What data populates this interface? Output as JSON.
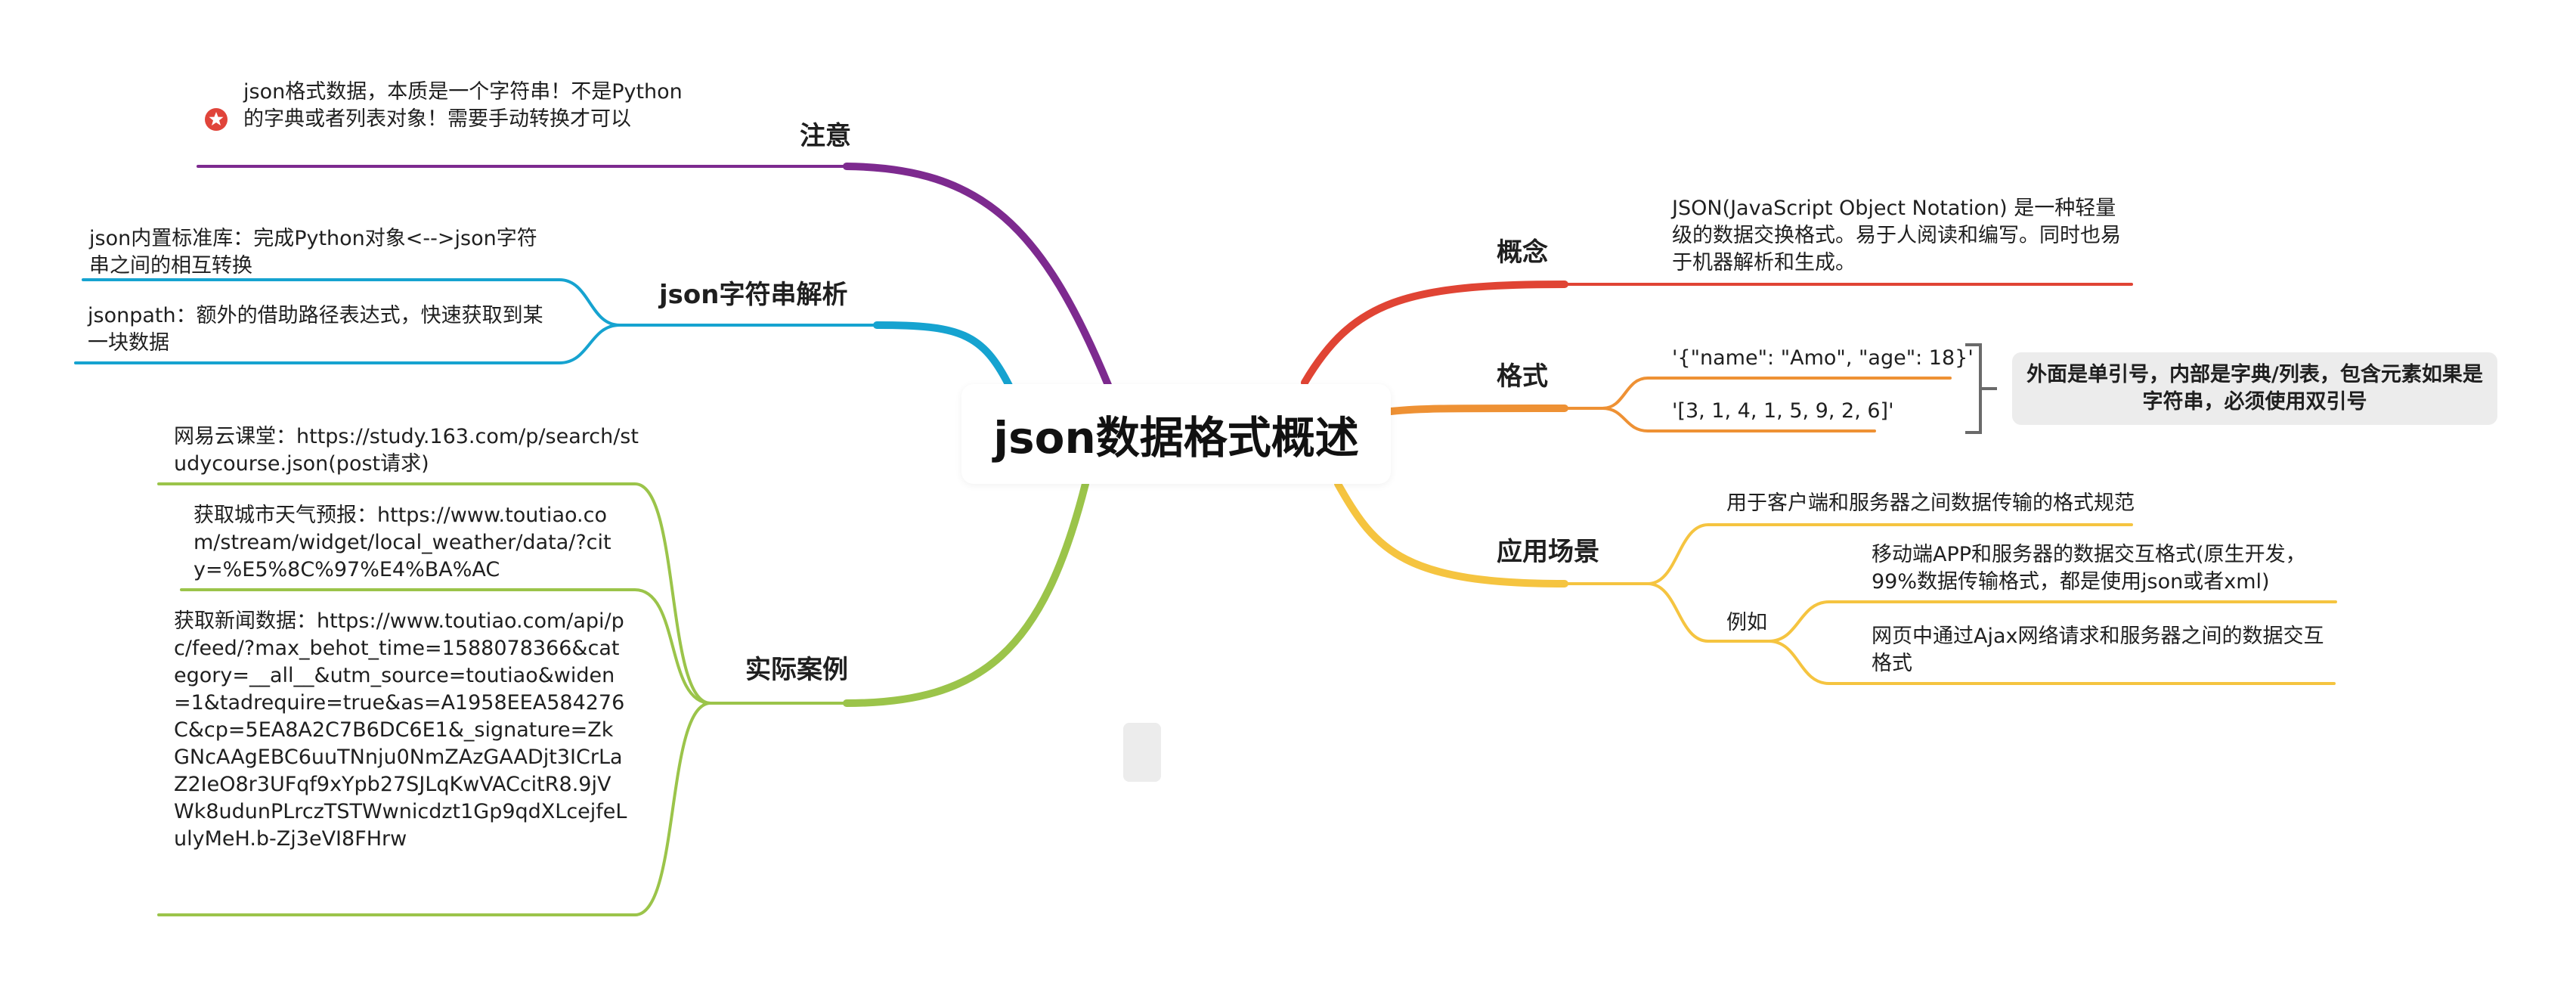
{
  "title": "json数据格式概述",
  "colors": {
    "purple": "#7d2a8f",
    "blue": "#16a3d0",
    "green": "#9bc44a",
    "red": "#e04434",
    "orange": "#ee9134",
    "yellow": "#f5c440"
  },
  "branches": {
    "notice": {
      "label": "注意",
      "note_icon": "star-badge-icon",
      "items": [
        "json格式数据，本质是一个字符串！不是Python的字典或者列表对象！需要手动转换才可以"
      ]
    },
    "parse": {
      "label": "json字符串解析",
      "items": [
        "json内置标准库：完成Python对象<-->json字符串之间的相互转换",
        "jsonpath：额外的借助路径表达式，快速获取到某一块数据"
      ]
    },
    "cases": {
      "label": "实际案例",
      "items": [
        "网易云课堂：https://study.163.com/p/search/studycourse.json(post请求)",
        "获取城市天气预报：https://www.toutiao.com/stream/widget/local_weather/data/?city=%E5%8C%97%E4%BA%AC",
        "获取新闻数据：https://www.toutiao.com/api/pc/feed/?max_behot_time=1588078366&category=__all__&utm_source=toutiao&widen=1&tadrequire=true&as=A1958EEA584276C&cp=5EA8A2C7B6DC6E1&_signature=ZkGNcAAgEBC6uuTNnju0NmZAzGAADjt3ICrLaZ2IeO8r3UFqf9xYpb27SJLqKwVACcitR8.9jVWk8udunPLrczTSTWwnicdzt1Gp9qdXLcejfeLulyMeH.b-Zj3eVI8FHrw"
      ]
    },
    "concept": {
      "label": "概念",
      "items": [
        "JSON(JavaScript Object Notation) 是一种轻量级的数据交换格式。易于人阅读和编写。同时也易于机器解析和生成。"
      ]
    },
    "format": {
      "label": "格式",
      "items": [
        "'{\"name\": \"Amo\", \"age\": 18}'",
        "'[3, 1, 4, 1, 5, 9, 2, 6]'"
      ],
      "callout": "外面是单引号，内部是字典/列表，包含元素如果是字符串，必须使用双引号"
    },
    "usage": {
      "label": "应用场景",
      "items": [
        "用于客户端和服务器之间数据传输的格式规范"
      ],
      "example": {
        "label": "例如",
        "items": [
          "移动端APP和服务器的数据交互格式(原生开发，99%数据传输格式，都是使用json或者xml)",
          "网页中通过Ajax网络请求和服务器之间的数据交互格式"
        ]
      }
    }
  }
}
